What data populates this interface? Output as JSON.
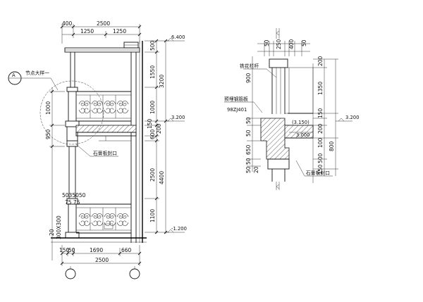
{
  "left_view": {
    "top_dims": {
      "d400": "400",
      "d2500": "2500",
      "d1250a": "1250",
      "d1250b": "1250"
    },
    "detail_marker": {
      "letter": "A",
      "label": "节点大样一"
    },
    "left_dims": {
      "d1000": "1000",
      "d950": "950"
    },
    "right_dims": {
      "d500": "500",
      "d1550": "1550",
      "d3200": "3200",
      "d1000": "1000",
      "d150": "150",
      "d600": "600",
      "d200": "200",
      "d2500": "2500",
      "d4400": "4400",
      "d1100": "1100"
    },
    "levels": {
      "l6400": "6.400",
      "l3200": "3.200",
      "lm1200": "-1.200"
    },
    "notes": {
      "stone_sill": "石膏板封口"
    },
    "mid_dims": {
      "row1": "5035050",
      "row2": "75    75"
    },
    "bottom_left_dims": {
      "d20": "20",
      "d300": "300X300"
    },
    "bottom_dims": {
      "d150a": "150",
      "d50": "50",
      "d1690": "1690",
      "d660": "660",
      "d2500": "2500"
    }
  },
  "right_view": {
    "top_dims": {
      "d50": "50",
      "d250": "250",
      "d400": "400",
      "d50b": "50"
    },
    "notes": {
      "railing": "铁花栏杆",
      "waterproof": "预埋钢筋板",
      "std": "98ZJ401",
      "stone_sill": "石膏板封口"
    },
    "left_dims": {
      "d900": "900",
      "d50a": "50",
      "d50b": "50",
      "d650": "650",
      "d50c": "50",
      "d50d": "50",
      "d20": "20"
    },
    "right_dims": {
      "d200": "200",
      "d1350": "1350",
      "d150": "150",
      "d200b": "200",
      "d100": "100",
      "d800": "800",
      "d500": "500",
      "d150b": "150"
    },
    "levels": {
      "l3150": "(3.150)",
      "l3000": "3.000",
      "l3200": "3.200"
    }
  }
}
